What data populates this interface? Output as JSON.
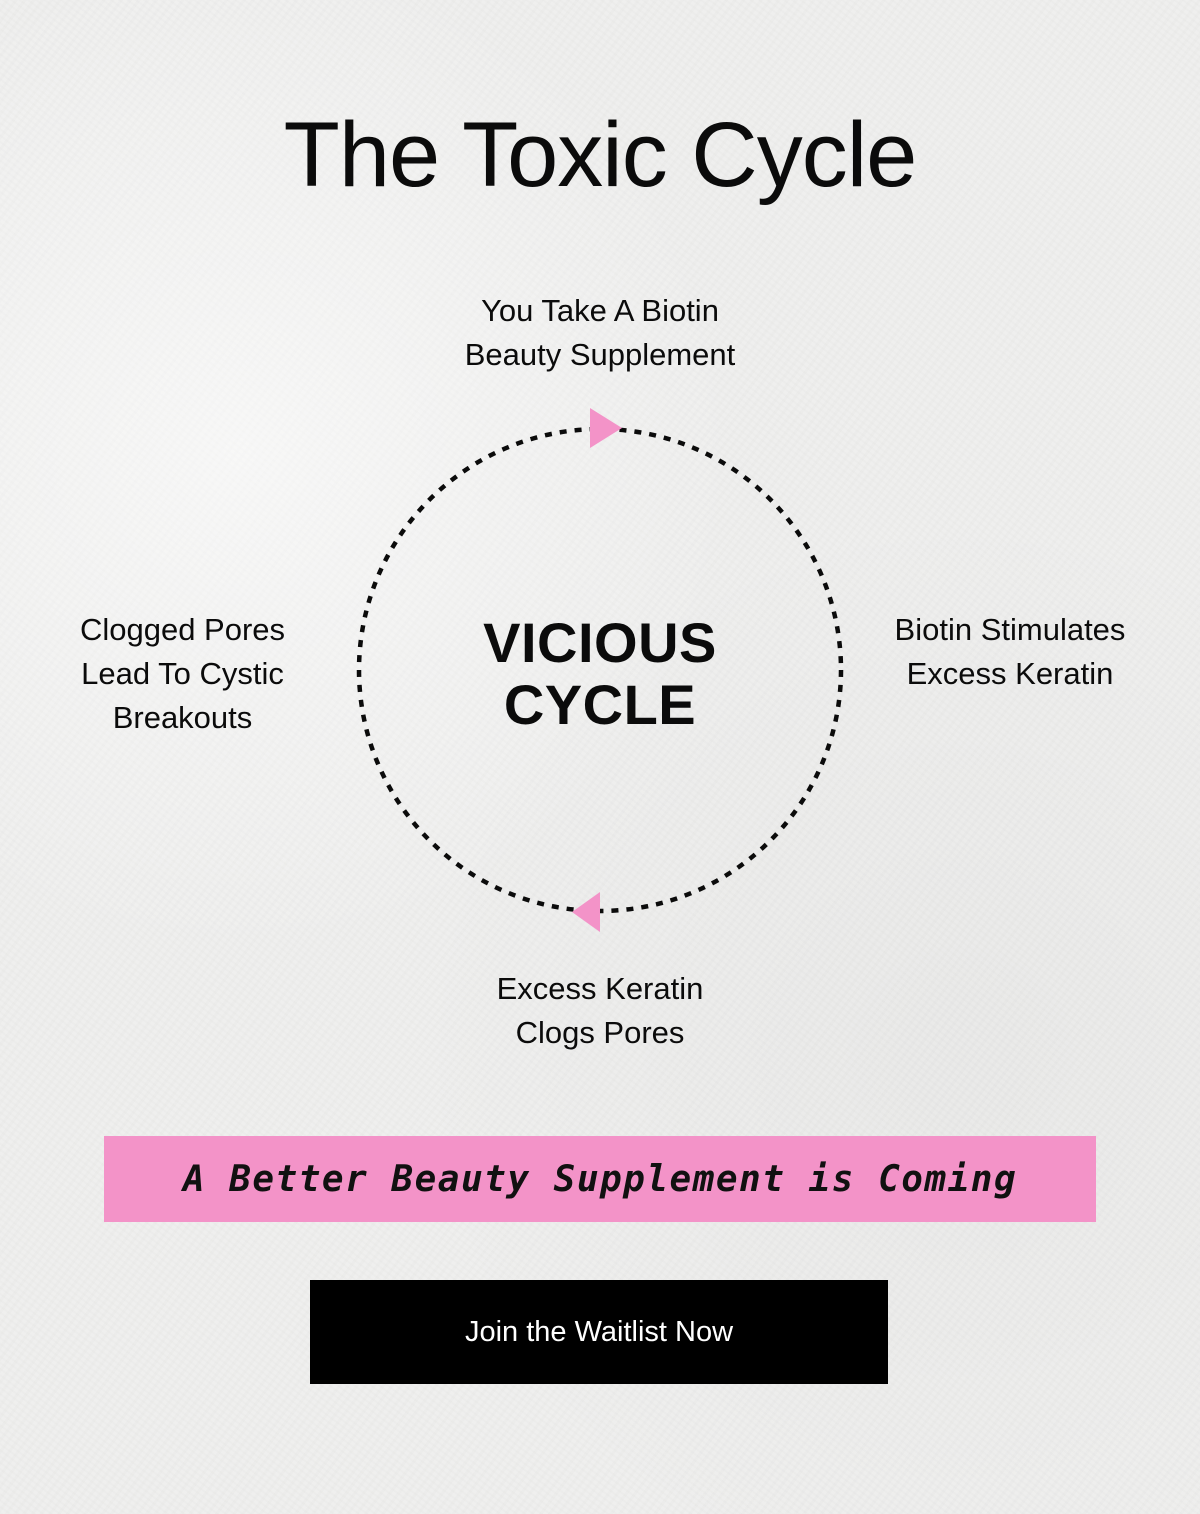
{
  "title": "The Toxic Cycle",
  "diagram": {
    "center_label": "VICIOUS\nCYCLE",
    "steps": {
      "top": "You Take A Biotin\nBeauty Supplement",
      "right": "Biotin Stimulates\nExcess Keratin",
      "bottom": "Excess Keratin\nClogs Pores",
      "left": "Clogged Pores\nLead To Cystic\nBreakouts"
    },
    "arrow_color": "#f393c8"
  },
  "banner": {
    "text": "A Better Beauty Supplement is Coming",
    "color": "#f393c8"
  },
  "cta": {
    "label": "Join the Waitlist Now"
  }
}
